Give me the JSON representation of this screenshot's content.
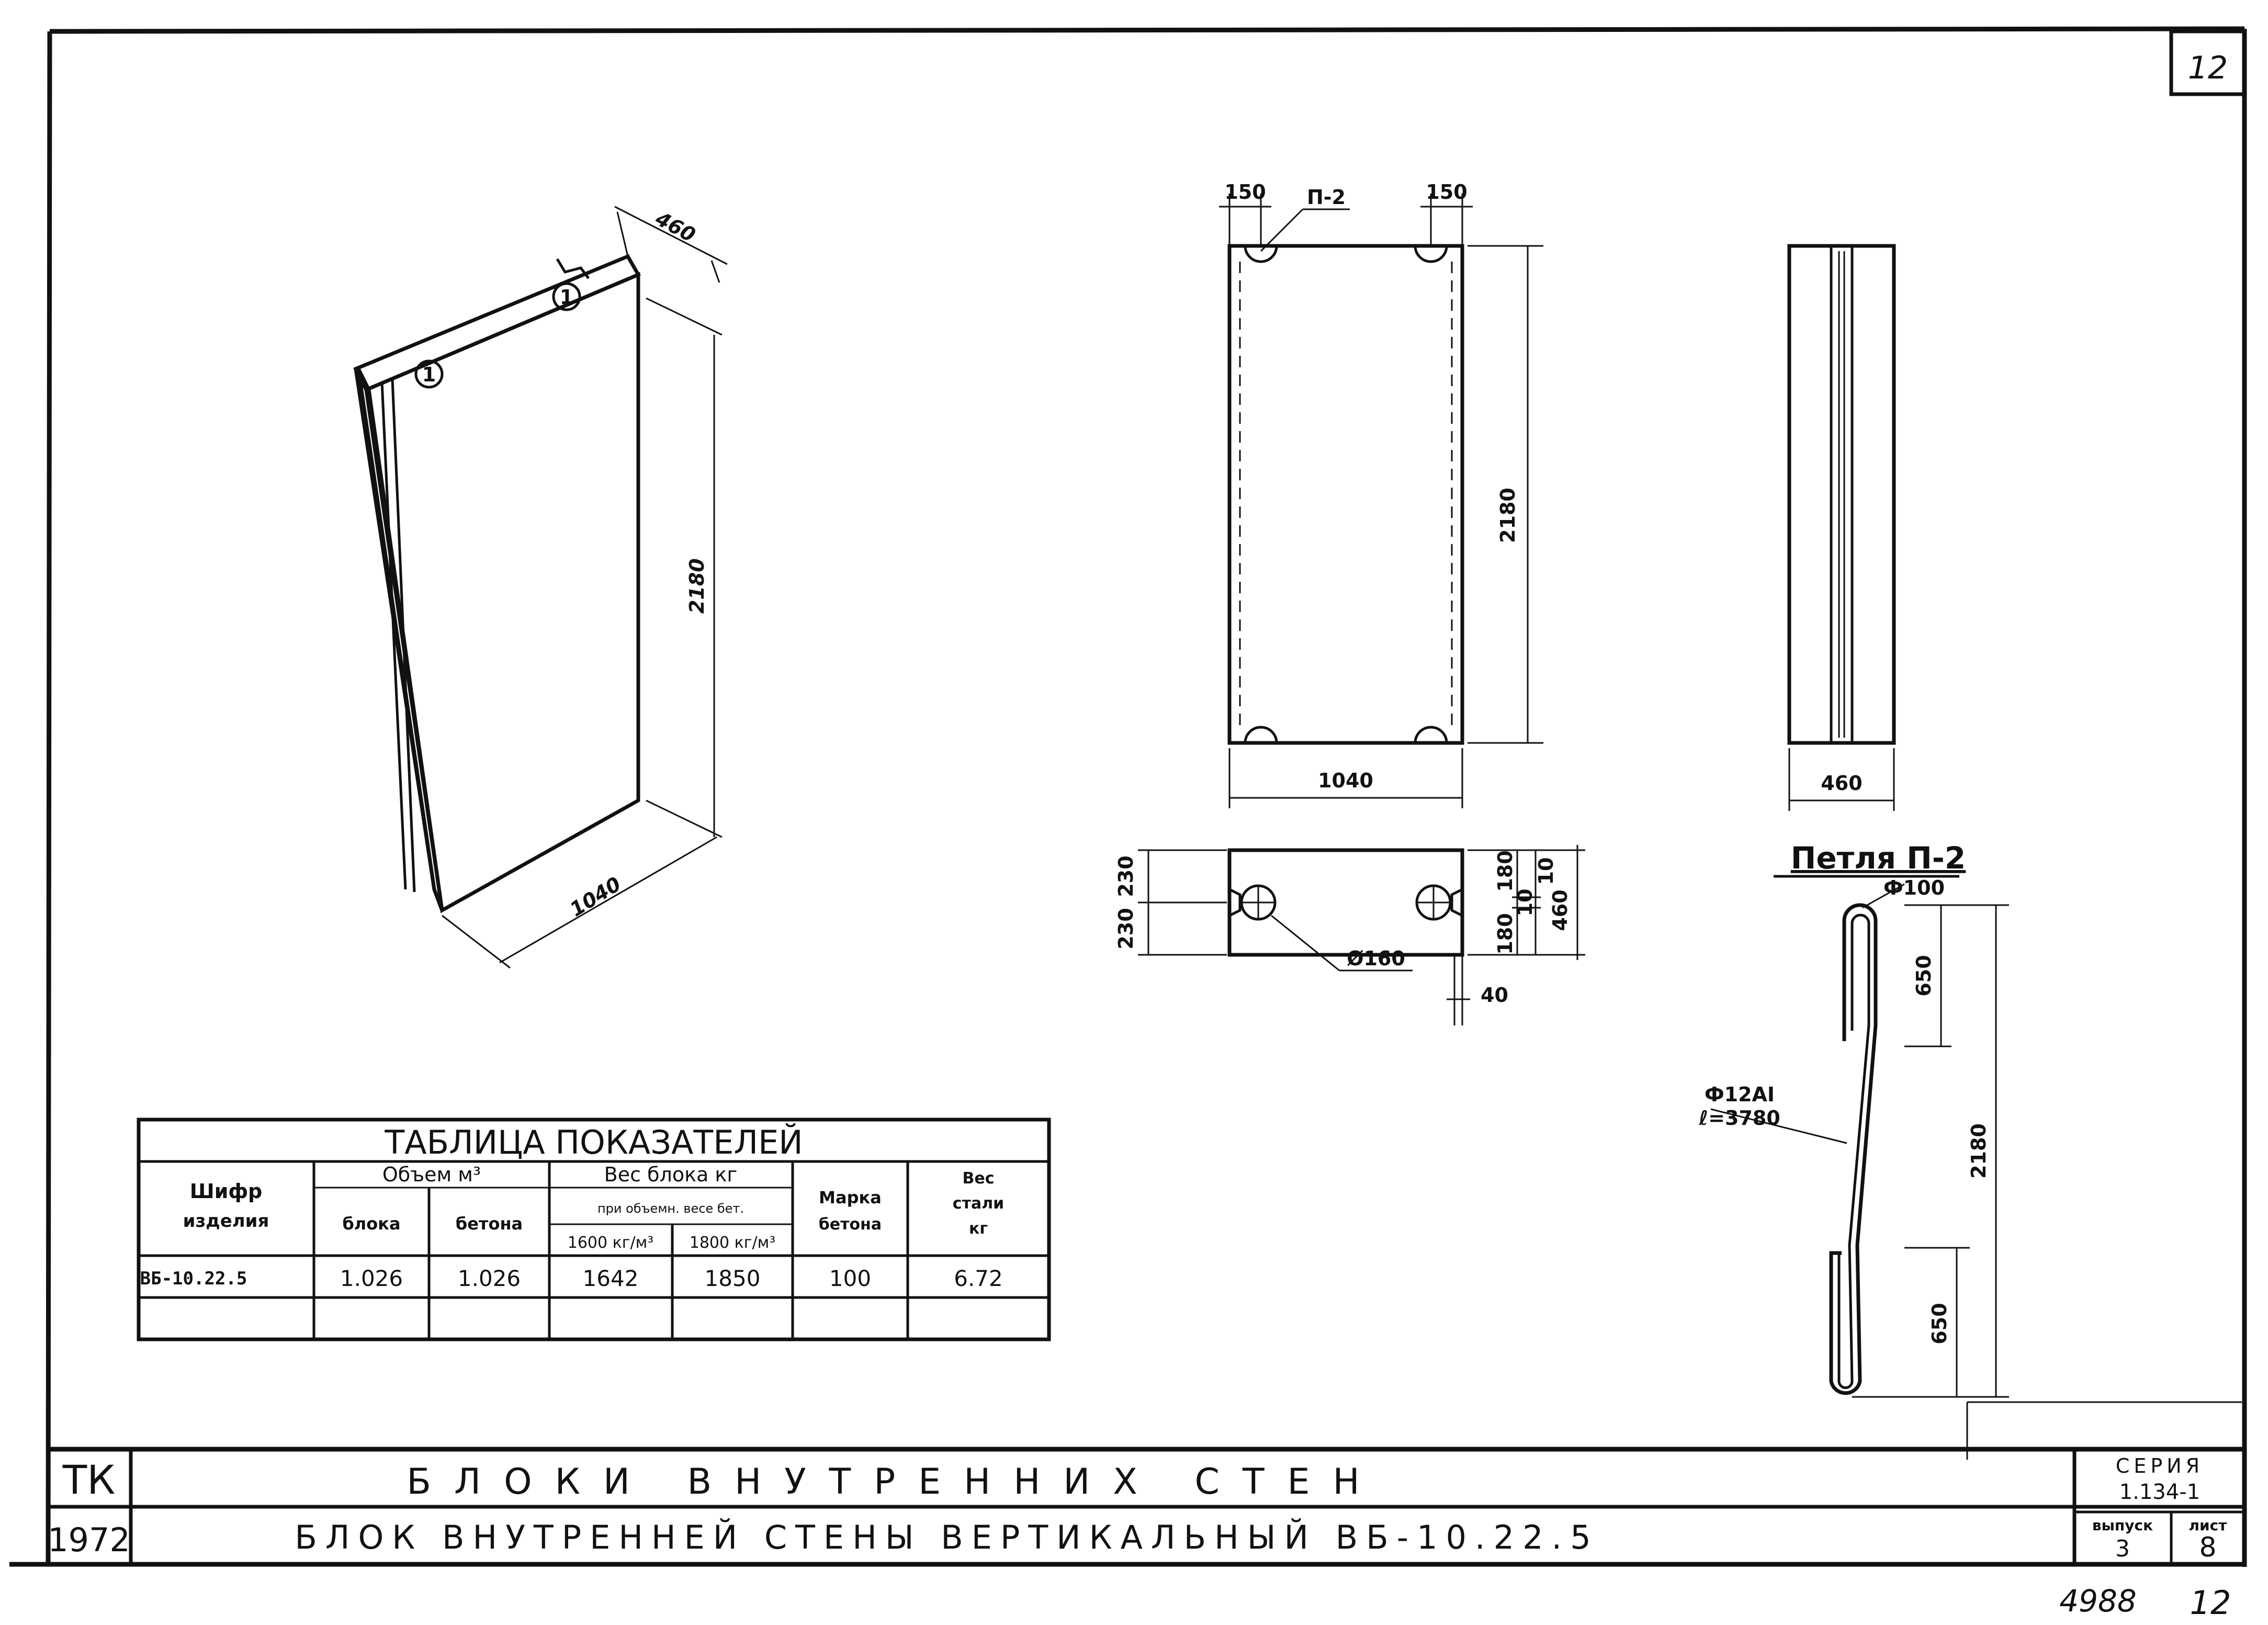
{
  "sheet": {
    "number": "12",
    "handwritten_note_left": "4988",
    "handwritten_note_right": "12"
  },
  "iso_view": {
    "dim_thickness": "460",
    "dim_height": "2180",
    "dim_length": "1040",
    "marker_1": "1",
    "marker_2": "1"
  },
  "front_view": {
    "loop_label": "П-2",
    "dim_left_offset": "150",
    "dim_right_offset": "150",
    "dim_height": "2180",
    "dim_width": "1040"
  },
  "side_view": {
    "dim_width": "460"
  },
  "plan_view": {
    "dim_left_top": "230",
    "dim_left_bottom": "230",
    "dim_right_1": "180",
    "dim_right_2": "180",
    "dim_right_3": "10",
    "dim_right_4": "10",
    "dim_right_total": "460",
    "hole_label": "Ø160",
    "dim_bottom": "40"
  },
  "loop": {
    "title": "Петля П-2",
    "dim_diameter": "Ф100",
    "bar_spec_1": "Ф12АІ",
    "bar_spec_2": "ℓ=3780",
    "dim_top": "650",
    "dim_total": "2180",
    "dim_bottom": "650"
  },
  "table": {
    "title": "ТАБЛИЦА ПОКАЗАТЕЛЕЙ",
    "h_code_1": "Шифр",
    "h_code_2": "изделия",
    "h_volume": "Объем м³",
    "h_volume_block": "блока",
    "h_volume_concrete": "бетона",
    "h_weight": "Вес блока кг",
    "h_weight_sub": "при объемн. весе бет.",
    "h_weight_1600": "1600 кг/м³",
    "h_weight_1800": "1800 кг/м³",
    "h_grade_1": "Марка",
    "h_grade_2": "бетона",
    "h_steel_1": "Вес",
    "h_steel_2": "стали",
    "h_steel_3": "кг",
    "rows": [
      {
        "code": "ВБ-10.22.5",
        "vol_block": "1.026",
        "vol_concrete": "1.026",
        "w1600": "1642",
        "w1800": "1850",
        "grade": "100",
        "steel": "6.72"
      },
      {
        "code": "",
        "vol_block": "",
        "vol_concrete": "",
        "w1600": "",
        "w1800": "",
        "grade": "",
        "steel": ""
      }
    ]
  },
  "title_block": {
    "org": "ТК",
    "year": "1972",
    "line1": "БЛОКИ ВНУТРЕННИХ СТЕН",
    "line2": "БЛОК ВНУТРЕННЕЙ СТЕНЫ ВЕРТИКАЛЬНЫЙ ВБ-10.22.5",
    "series_label": "СЕРИЯ",
    "series_value": "1.134-1",
    "issue_label": "выпуск",
    "issue_value": "3",
    "sheet_label": "лист",
    "sheet_value": "8"
  }
}
